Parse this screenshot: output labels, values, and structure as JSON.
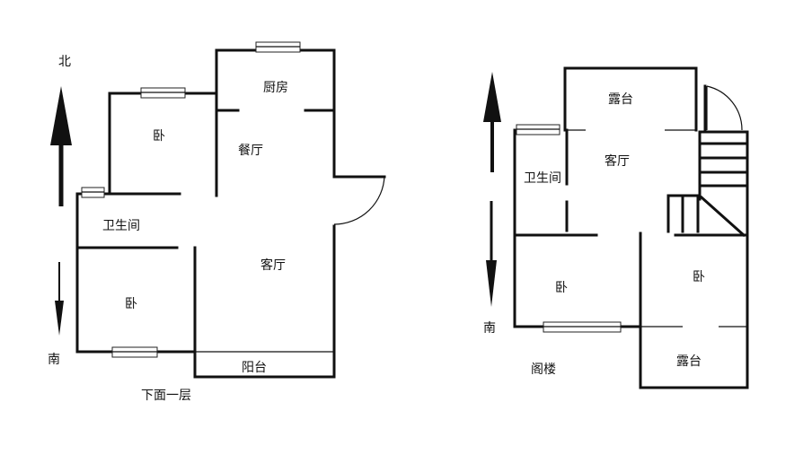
{
  "compass": {
    "north": "北",
    "south_left": "南",
    "south_right": "南"
  },
  "lower_floor": {
    "caption": "下面一层",
    "rooms": {
      "kitchen": "厨房",
      "bedroom_top": "卧",
      "dining": "餐厅",
      "bathroom": "卫生间",
      "living": "客厅",
      "bedroom_bottom": "卧",
      "balcony": "阳台"
    }
  },
  "upper_floor": {
    "caption": "阁楼",
    "rooms": {
      "terrace_top": "露台",
      "living": "客厅",
      "bathroom": "卫生间",
      "bedroom_left": "卧",
      "bedroom_right": "卧",
      "terrace_bottom": "露台"
    }
  }
}
